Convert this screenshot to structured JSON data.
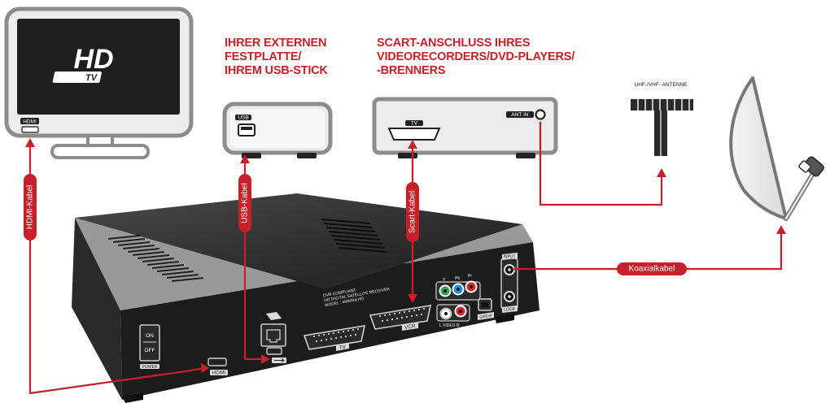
{
  "colors": {
    "cable": "#c8202a",
    "receiver": "#1c1c1c",
    "device_fill": "#ececec",
    "device_stroke": "#8c8c8c",
    "text_red": "#c8202a"
  },
  "headings": {
    "usb_device": [
      "IHRER EXTERNEN",
      "FESTPLATTE/",
      "IHREM USB-STICK"
    ],
    "scart_device": [
      "SCART-ANSCHLUSS IHRES",
      "VIDEORECORDERS/DVD-PLAYERS/",
      "-BRENNERS"
    ]
  },
  "tv": {
    "logo_big": "HD",
    "logo_small": "TV",
    "port_label": "HDMI"
  },
  "usb_device": {
    "port_label": "USB"
  },
  "scart_device": {
    "scart_label": "TV",
    "ant_label": "ANT IN"
  },
  "antenna": {
    "label": "UHF-/VHF- ANTENNE"
  },
  "cables": {
    "hdmi": "HDMI-Kabel",
    "usb": "USB-Kabel",
    "scart": "Scart-Kabel",
    "coax": "Koaxialkabel"
  },
  "receiver": {
    "text_lines": [
      "DVB COMPLIANT",
      "HD DIGITAL SATELLITE RECEIVER",
      "MODEL : MAMBA HD"
    ],
    "switch_on": "ON",
    "switch_off": "OFF",
    "power_label": "POWER",
    "hdmi_label": "HDMI",
    "scart_tv_label": "TV",
    "scart_vcr_label": "VCR",
    "yuv_labels": [
      "Y",
      "Pb",
      "Pr"
    ],
    "audio_label": "L  VIDEO  R",
    "spdif_label": "S/PDIF",
    "input_label": "INPUT",
    "loop_label": "LOOP"
  }
}
